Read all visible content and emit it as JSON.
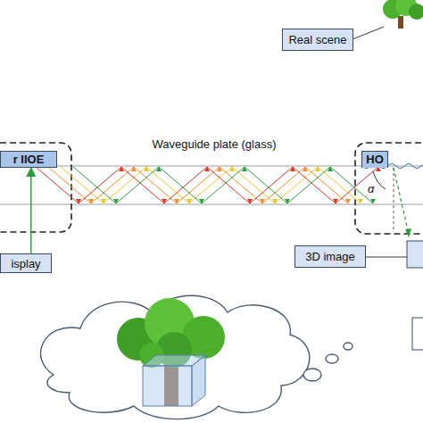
{
  "diagram": {
    "nodes": [
      {
        "text": [
          "r IIOE"
        ]
      },
      {
        "text": [
          "isplay"
        ]
      },
      {
        "text": [
          "HO"
        ]
      },
      {
        "text": [
          "Real scene"
        ]
      },
      {
        "text": [
          "3D image"
        ]
      }
    ],
    "edges": [
      {
        "from": 1,
        "to": 0,
        "arrow": "to"
      }
    ],
    "labels": [
      "Waveguide plate (glass)",
      "α"
    ]
  }
}
